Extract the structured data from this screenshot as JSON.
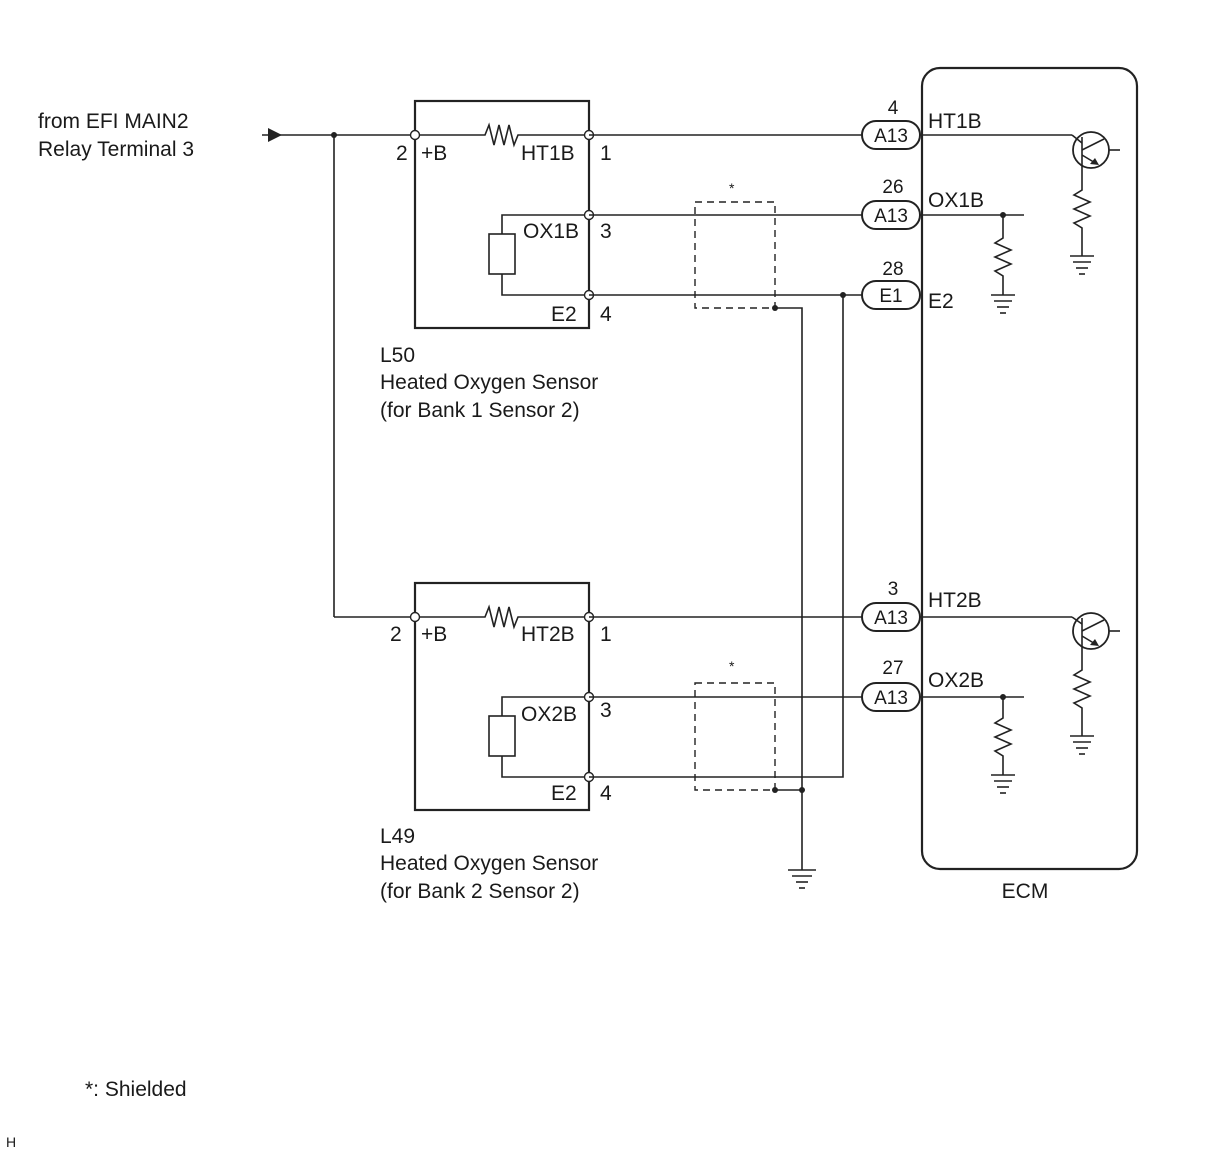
{
  "source": {
    "line1": "from EFI MAIN2",
    "line2": "Relay Terminal 3"
  },
  "sensors": [
    {
      "code": "L50",
      "name": "Heated Oxygen Sensor",
      "desc": "(for Bank 1 Sensor 2)",
      "plus_label": "+B",
      "heater_label": "HT1B",
      "signal_label": "OX1B",
      "ground_label": "E2",
      "pins": {
        "plus": "2",
        "heater": "1",
        "signal": "3",
        "ground": "4"
      }
    },
    {
      "code": "L49",
      "name": "Heated Oxygen Sensor",
      "desc": "(for Bank 2 Sensor 2)",
      "plus_label": "+B",
      "heater_label": "HT2B",
      "signal_label": "OX2B",
      "ground_label": "E2",
      "pins": {
        "plus": "2",
        "heater": "1",
        "signal": "3",
        "ground": "4"
      }
    }
  ],
  "ecm": {
    "label": "ECM",
    "connections": [
      {
        "connector": "A13",
        "pin": "4",
        "signal": "HT1B"
      },
      {
        "connector": "A13",
        "pin": "26",
        "signal": "OX1B"
      },
      {
        "connector": "E1",
        "pin": "28",
        "signal": "E2"
      },
      {
        "connector": "A13",
        "pin": "3",
        "signal": "HT2B"
      },
      {
        "connector": "A13",
        "pin": "27",
        "signal": "OX2B"
      }
    ]
  },
  "shield_marks": [
    "*",
    "*"
  ],
  "footnote": "*: Shielded",
  "corner_mark": "H"
}
